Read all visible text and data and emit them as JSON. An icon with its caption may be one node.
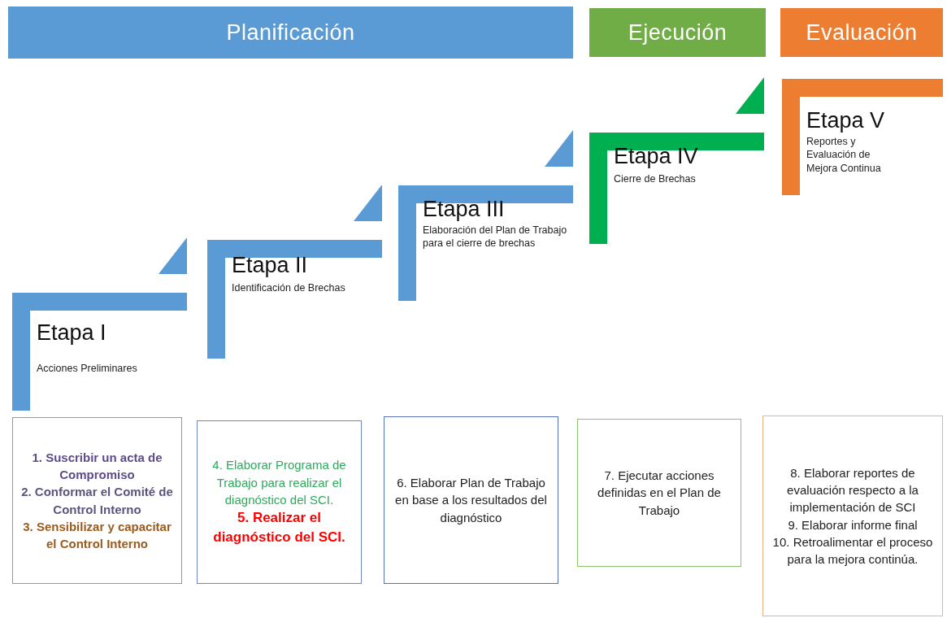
{
  "diagram": {
    "nodes": [
      {
        "text": [
          "Planificación"
        ]
      },
      {
        "text": [
          "Ejecución"
        ]
      },
      {
        "text": [
          "Evaluación"
        ]
      },
      {
        "text": [
          "Etapa I",
          "Acciones Preliminares"
        ]
      },
      {
        "text": [
          "Etapa II",
          "Identificación de Brechas"
        ]
      },
      {
        "text": [
          "Etapa III",
          "Elaboración del Plan de Trabajo para el cierre de brechas"
        ]
      },
      {
        "text": [
          "Etapa IV",
          "Cierre de Brechas"
        ]
      },
      {
        "text": [
          "Etapa V",
          "Reportes y Evaluación de Mejora Continua"
        ]
      },
      {
        "text": [
          "1. Suscribir un acta de Compromiso",
          "2. Conformar el Comité de Control Interno",
          "3. Sensibilizar y capacitar el Control Interno"
        ]
      },
      {
        "text": [
          "4. Elaborar Programa de Trabajo para realizar el diagnóstico del SCI.",
          "5. Realizar el diagnóstico del SCI."
        ]
      },
      {
        "text": [
          "6. Elaborar Plan de Trabajo en base a los resultados del diagnóstico"
        ]
      },
      {
        "text": [
          "7. Ejecutar acciones definidas en el Plan de Trabajo"
        ]
      },
      {
        "text": [
          "8. Elaborar reportes de evaluación respecto a la implementación de SCI",
          "9. Elaborar informe final",
          "10. Retroalimentar el proceso para la mejora continúa."
        ]
      }
    ]
  }
}
